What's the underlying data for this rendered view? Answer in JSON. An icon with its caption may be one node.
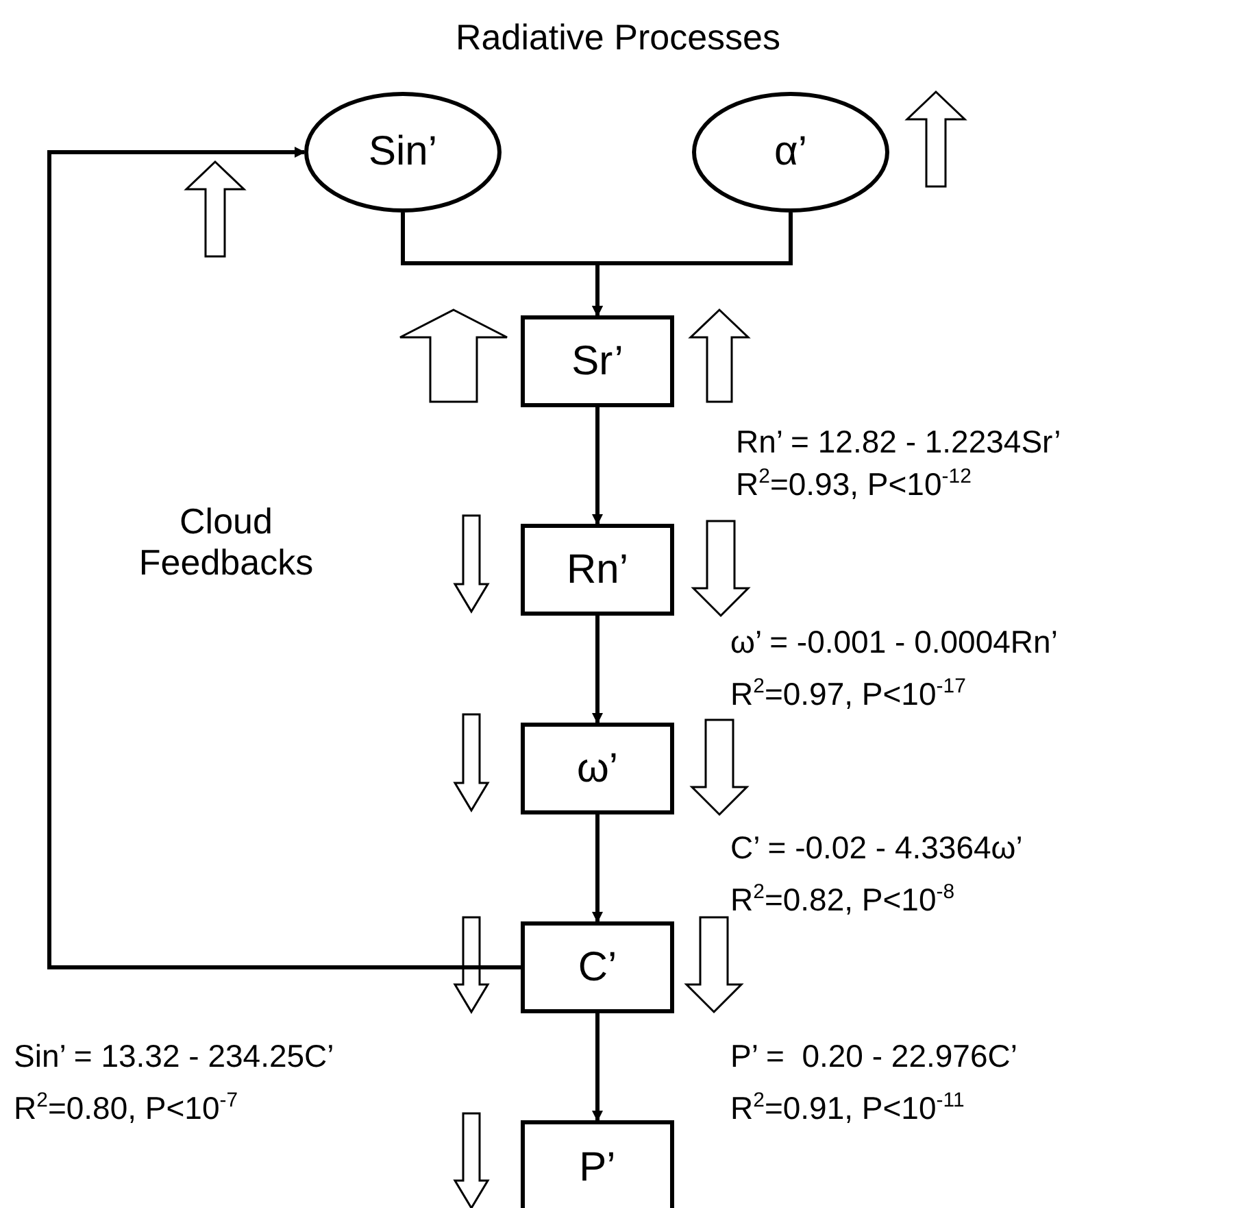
{
  "diagram": {
    "title": "Radiative Processes",
    "nodes": [
      {
        "text": [
          "Sin’"
        ]
      },
      {
        "text": [
          "α’"
        ]
      },
      {
        "text": [
          "Sr’"
        ]
      },
      {
        "text": [
          "Rn’"
        ]
      },
      {
        "text": [
          "ω’"
        ]
      },
      {
        "text": [
          "C’"
        ]
      },
      {
        "text": [
          "P’"
        ]
      }
    ],
    "edges": [
      {
        "from": 0,
        "to": 2,
        "arrow": "to"
      },
      {
        "from": 1,
        "to": 2,
        "arrow": "to"
      },
      {
        "from": 2,
        "to": 3,
        "arrow": "to"
      },
      {
        "from": 3,
        "to": 4,
        "arrow": "to"
      },
      {
        "from": 4,
        "to": 5,
        "arrow": "to"
      },
      {
        "from": 5,
        "to": 6,
        "arrow": "to"
      },
      {
        "from": 5,
        "to": 0,
        "arrow": "to"
      }
    ],
    "labels": [
      "Cloud Feedbacks",
      "Rn’ = 12.82 - 1.2234Sr’",
      "R$^{2}$=0.93, P<10$^{-12}$",
      "ω’ = -0.001 - 0.0004Rn’",
      "R$^{2}$=0.97, P<10$^{-17}$",
      "C’ = -0.02 - 4.3364ω’",
      "R$^{2}$=0.82, P<10$^{-8}$",
      "Sin’ = 13.32 - 234.25C’",
      "R$^{2}$=0.80, P<10$^{-7}$",
      "P’ =  0.20 - 22.976C’",
      "R$^{2}$=0.91, P<10$^{-11}$"
    ]
  }
}
